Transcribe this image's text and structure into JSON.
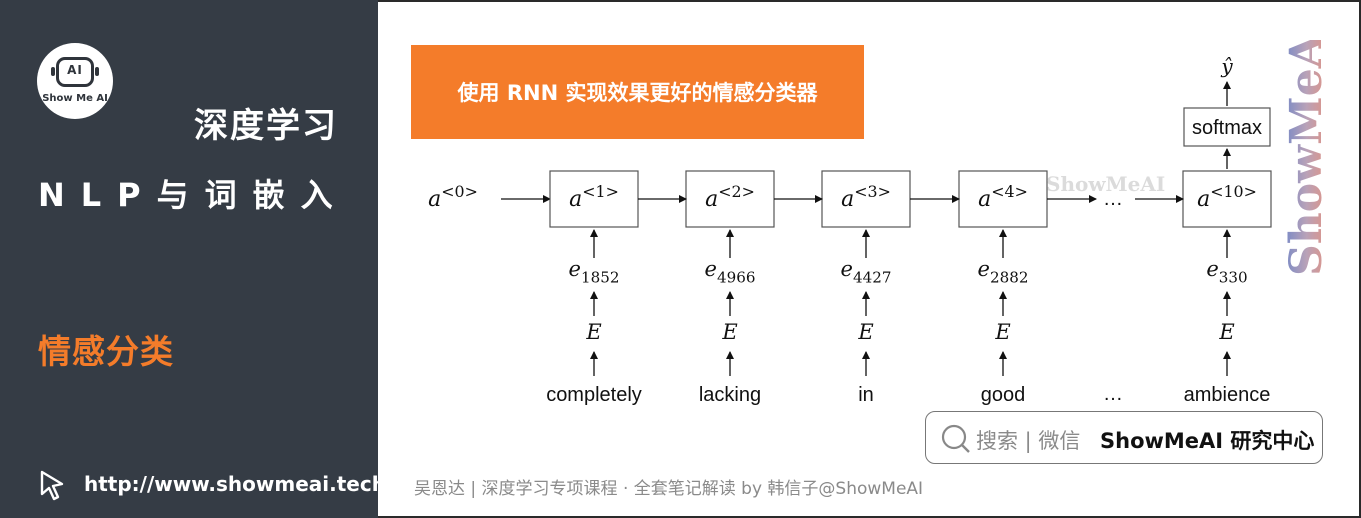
{
  "sidebar": {
    "logo_text": "Show Me AI",
    "logo_face": "AI",
    "title_line1": "深度学习",
    "title_line2": "NLP与词嵌入",
    "topic": "情感分类",
    "url": "http://www.showmeai.tech/",
    "accent_color": "#f47c2a",
    "bg_color": "#353c45"
  },
  "banner": {
    "title": "使用 RNN 实现效果更好的情感分类器"
  },
  "diagram": {
    "initial_state": {
      "base": "a",
      "sup": "<0>"
    },
    "cells": [
      {
        "state": "<1>",
        "embed_sub": "1852",
        "embed_base": "e",
        "matrix": "E",
        "word": "completely"
      },
      {
        "state": "<2>",
        "embed_sub": "4966",
        "embed_base": "e",
        "matrix": "E",
        "word": "lacking"
      },
      {
        "state": "<3>",
        "embed_sub": "4427",
        "embed_base": "e",
        "matrix": "E",
        "word": "in"
      },
      {
        "state": "<4>",
        "embed_sub": "2882",
        "embed_base": "e",
        "matrix": "E",
        "word": "good"
      },
      {
        "state": "<10>",
        "embed_sub": "330",
        "embed_base": "e",
        "matrix": "E",
        "word": "ambience"
      }
    ],
    "state_base": "a",
    "ellipsis": "…",
    "output_box": "softmax",
    "output_label": "ŷ"
  },
  "watermark": {
    "vertical": "ShowMeAI",
    "inline": "ShowMeAI"
  },
  "search": {
    "hint": "搜索 | 微信",
    "brand": "ShowMeAI 研究中心"
  },
  "footer": {
    "credit": "吴恩达 | 深度学习专项课程 · 全套笔记解读  by 韩信子@ShowMeAI"
  }
}
